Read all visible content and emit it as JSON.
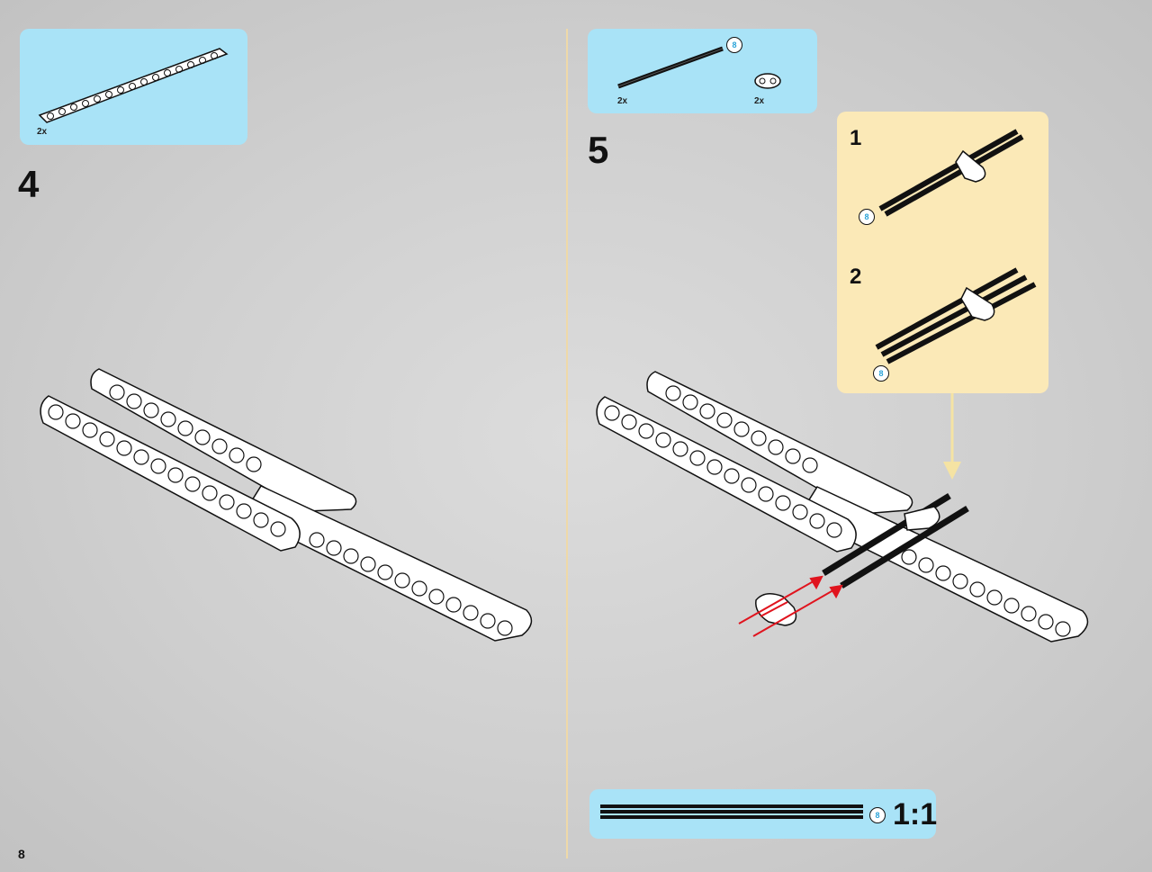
{
  "page_number": "8",
  "colors": {
    "parts_box_bg": "#a9e3f7",
    "subassembly_bg": "#fbe9b7",
    "arrow_red": "#e0141e",
    "arrow_yellow": "#f5e3a3",
    "divider": "#efd9a8"
  },
  "step4": {
    "number": "4",
    "parts": [
      {
        "icon": "liftarm-beam-icon",
        "qty": "2x"
      }
    ]
  },
  "step5": {
    "number": "5",
    "parts": [
      {
        "icon": "axle-icon",
        "qty": "2x",
        "length_badge": "8"
      },
      {
        "icon": "connector-icon",
        "qty": "2x"
      }
    ],
    "subassembly": {
      "sub1": {
        "number": "1",
        "length_badge": "8"
      },
      "sub2": {
        "number": "2",
        "length_badge": "8"
      }
    },
    "scale_reference": {
      "length_badge": "8",
      "label": "1:1"
    }
  }
}
